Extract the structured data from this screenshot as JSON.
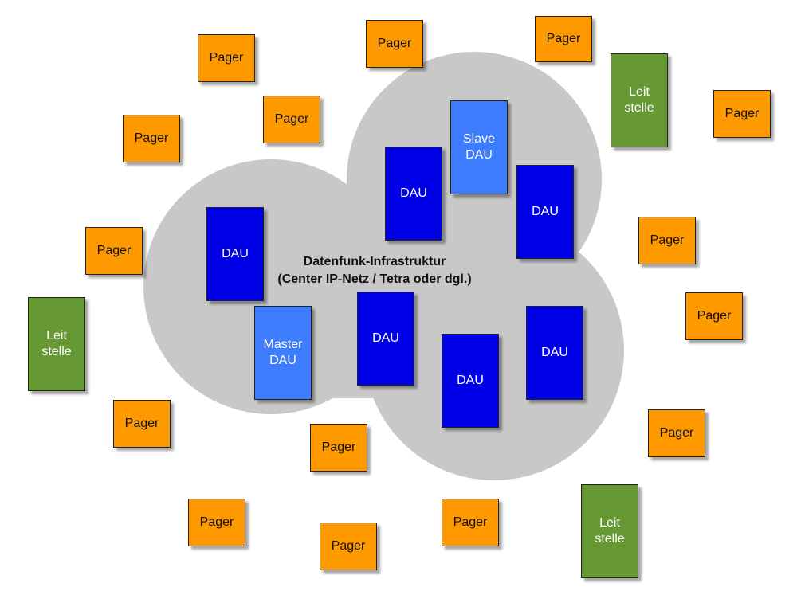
{
  "cloud": {
    "title_line1": "Datenfunk-Infrastruktur",
    "title_line2": "(Center IP-Netz / Tetra oder dgl.)"
  },
  "labels": {
    "pager": "Pager",
    "leitstelle": "Leit\nstelle",
    "dau": "DAU",
    "master_dau": "Master\nDAU",
    "slave_dau": "Slave\nDAU"
  },
  "colors": {
    "pager": "#ff9900",
    "leitstelle": "#669933",
    "dau": "#0000e6",
    "dau_master_slave": "#3d7bff",
    "cloud": "#c8c8c8"
  }
}
